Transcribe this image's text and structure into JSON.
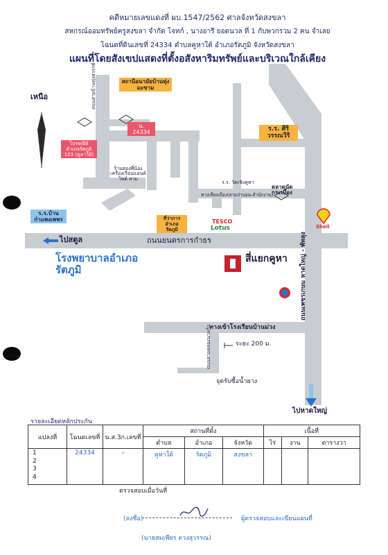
{
  "header": {
    "line1": "คดีหมายเลขแดงที่ ผบ.1547/2562 ศาลจังหวัดสงขลา",
    "line2": "สหกรณ์ออมทรัพย์ครูสงขลา จำกัด โจทก์ , นางอารี ยอดนวล ที่ 1 กับพวกรวม 2 คน จำเลย",
    "line3": "โฉนดที่ดินเลขที่ 24334 ตำบลคูหาใต้ อำเภอรัตภูมิ จังหวัดสงขลา",
    "title": "แผนที่โดยสังเขปแสดงที่ตั้งอสังหาริมทรัพย์และบริเวณใกล้เคียง"
  },
  "map": {
    "north_label": "เหนือ",
    "landmarks": {
      "health_station": "สถานีอนามัยบ้านทุ่งมะขาม",
      "parcel_tag": "น. 24334",
      "vertical_road": "ถนนสายบ้านทุ่งสวรรค์",
      "post_office": "ไปรษณีย์อำเภอรัตภูมิ 103 (คูหาใต้)",
      "school_right": "ร.ร. ศิริวรรณวิริ",
      "shop": "ร้านสองพี่น้องเครื่องเรือนแอนด์ไซด์ สาม",
      "school_wat": "ร.ร. วัดเชิงคูหา",
      "market": "ตลาดนัด กระเบื้อง",
      "bypass": "ทางเลี่ยงเมือง(สายป่าบอน-สำนักงาน)",
      "school_left": "ร.ร.บ้านกำแพงเพชร",
      "district_office": "ที่ว่าการ อำเภอ รัตภูมิ",
      "tesco_top": "TESCO",
      "tesco_bottom": "Lotus",
      "shell": "Shell",
      "highway_right": "ถนนเพชรเกษม หาดใหญ่ - พัทลุง",
      "to_satun": "ไปสตูล",
      "main_road": "ถนนยนตรการกำธร",
      "hospital": "โรงพยาบาลอำเภอรัตภูมิ",
      "junction": "สี่แยกคูหา",
      "alley": "ถนนสายคลองนาแก้ว",
      "entrance": "ทางเข้าโรงเรียนบ้านม่วง",
      "distance": "ระยะ 200 ม.",
      "rubber": "จุดรับซื้อน้ำยาง",
      "to_hatyai": "ไปหาดใหญ่"
    }
  },
  "table": {
    "caption": "รายละเอียดหลักประกัน",
    "headers": {
      "parcel_no": "แปลงที่",
      "deed_no": "โฉนดเลขที่",
      "ns3k": "น.ส.3ก.เลขที่",
      "location": "สถานที่ตั้ง",
      "area": "เนื้อที่",
      "tambon": "ตำบล",
      "amphoe": "อำเภอ",
      "province": "จังหวัด",
      "rai": "ไร่",
      "ngan": "งาน",
      "wa": "ตารางวา"
    },
    "row": {
      "numbers": [
        "1",
        "2",
        "3",
        "4"
      ],
      "deed": "24334",
      "ns3k": "-",
      "tambon": "คูหาใต้",
      "amphoe": "รัตภูมิ",
      "province": "สงขลา"
    }
  },
  "footer": {
    "checked": "ตรวจสอบเมื่อวันที่",
    "sign_open": "(ลงชื่อ)",
    "role": "ผู้ตรวจสอบและเขียนแผนที่",
    "name": "(นายสมเพียร ดวงสุวรรณ)"
  },
  "colors": {
    "road": "#c7cdd0",
    "tag_orange": "#f6b341",
    "tag_pink": "#e9566b",
    "tag_blue": "#8ec3ea",
    "hospital_text": "#2a72c8"
  }
}
